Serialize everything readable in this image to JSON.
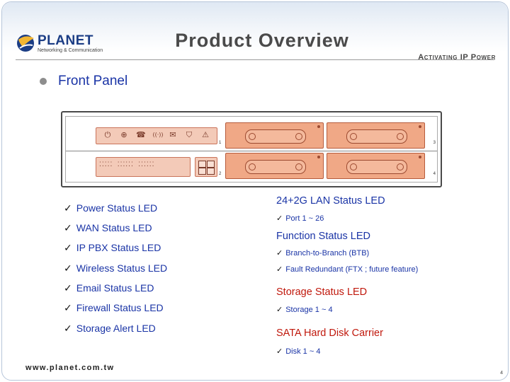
{
  "header": {
    "logo_name": "PLANET",
    "logo_tagline": "Networking & Communication",
    "title": "Product Overview",
    "tagline": "Activating IP Power"
  },
  "section": {
    "title": "Front Panel"
  },
  "device": {
    "icon_names": [
      "power-icon",
      "globe-icon",
      "phone-icon",
      "wireless-icon",
      "email-icon",
      "firewall-icon",
      "alert-icon"
    ],
    "icon_glyphs": [
      "⏻",
      "⊕",
      "☎",
      "((·))",
      "✉",
      "⛉",
      "⚠"
    ],
    "port_pattern": "⁚⁚⁚⁚⁚ ⁚⁚⁚⁚⁚⁚ ⁚⁚⁚⁚⁚⁚",
    "bay_numbers": [
      "1",
      "3",
      "2",
      "4"
    ]
  },
  "left_items": [
    "Power Status LED",
    "WAN Status LED",
    "IP PBX Status LED",
    "Wireless Status LED",
    "Email Status LED",
    "Firewall Status LED",
    "Storage Alert LED"
  ],
  "check_mark": "✓",
  "right": {
    "lan_header": "24+2G LAN Status LED",
    "lan_sub": "Port 1 ~ 26",
    "function_header": "Function Status LED",
    "function_sub_1": "Branch-to-Branch (BTB)",
    "function_sub_2": "Fault Redundant (FTX ; future feature)",
    "storage_header": "Storage Status LED",
    "storage_sub": "Storage 1 ~ 4",
    "sata_header": "SATA Hard Disk Carrier",
    "sata_sub": "Disk 1 ~ 4"
  },
  "footer": {
    "url": "www.planet.com.tw",
    "page": "4"
  },
  "colors": {
    "heading_blue": "#1a34a6",
    "storage_red": "#c0180c",
    "panel_orange": "#f0a886"
  }
}
